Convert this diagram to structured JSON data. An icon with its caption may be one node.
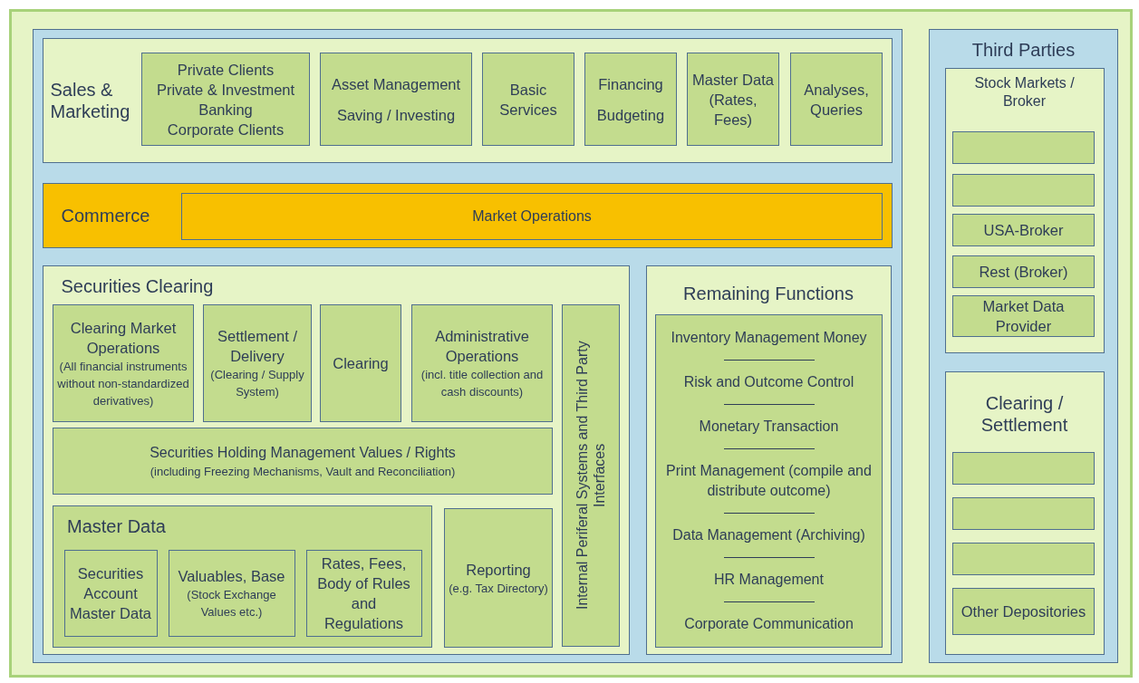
{
  "diagram": {
    "nodes": [
      {
        "text": [],
        "shape": "box"
      },
      {
        "text": [],
        "shape": "box",
        "in": 0
      },
      {
        "text": [
          "Sales & Marketing"
        ],
        "in": 1
      },
      {
        "text": [
          "Private Clients",
          "Private & Investment Banking",
          "Corporate Clients"
        ],
        "in": 2
      },
      {
        "text": [
          "Asset Management",
          "Saving / Investing"
        ],
        "in": 2
      },
      {
        "text": [
          "Basic Services"
        ],
        "in": 2
      },
      {
        "text": [
          "Financing",
          "Budgeting"
        ],
        "in": 2
      },
      {
        "text": [
          "Master Data (Rates, Fees)"
        ],
        "in": 2
      },
      {
        "text": [
          "Analyses, Queries"
        ],
        "in": 2
      },
      {
        "text": [
          "Commerce"
        ],
        "in": 1
      },
      {
        "text": [
          "Market Operations"
        ],
        "in": 9
      },
      {
        "text": [
          "Securities Clearing"
        ],
        "in": 1
      },
      {
        "text": [
          "Clearing Market Operations",
          "(All financial instruments without non-standardized derivatives)"
        ],
        "in": 11
      },
      {
        "text": [
          "Settlement / Delivery",
          "(Clearing / Supply System)"
        ],
        "in": 11
      },
      {
        "text": [
          "Clearing"
        ],
        "in": 11
      },
      {
        "text": [
          "Administrative Operations",
          "(incl. title collection and cash discounts)"
        ],
        "in": 11
      },
      {
        "text": [
          "Internal Periferal Systems and Third Party Interfaces"
        ],
        "in": 11
      },
      {
        "text": [
          "Securities Holding Management Values / Rights",
          "(including Freezing Mechanisms, Vault and Reconciliation)"
        ],
        "in": 11
      },
      {
        "text": [
          "Master Data"
        ],
        "in": 11
      },
      {
        "text": [
          "Securities Account Master Data"
        ],
        "in": 18
      },
      {
        "text": [
          "Valuables, Base",
          "(Stock Exchange Values etc.)"
        ],
        "in": 18
      },
      {
        "text": [
          "Rates, Fees, Body of Rules and Regulations"
        ],
        "in": 18
      },
      {
        "text": [
          "Reporting",
          "(e.g. Tax Directory)"
        ],
        "in": 11
      },
      {
        "text": [
          "Remaining Functions"
        ],
        "in": 1
      },
      {
        "text": [
          "Inventory Management Money",
          "Risk and Outcome Control",
          "Monetary Transaction",
          "Print Management (compile and distribute outcome)",
          "Data Management (Archiving)",
          "HR Management",
          "Corporate Communication"
        ],
        "in": 23
      },
      {
        "text": [
          "Third Parties"
        ],
        "in": 0
      },
      {
        "text": [
          "Stock Markets / Broker"
        ],
        "in": 25
      },
      {
        "text": [],
        "shape": "box",
        "in": 26
      },
      {
        "text": [],
        "shape": "box",
        "in": 26
      },
      {
        "text": [
          "USA-Broker"
        ],
        "in": 26
      },
      {
        "text": [
          "Rest (Broker)"
        ],
        "in": 26
      },
      {
        "text": [
          "Market Data Provider"
        ],
        "in": 26
      },
      {
        "text": [
          "Clearing / Settlement"
        ],
        "in": 25
      },
      {
        "text": [],
        "shape": "box",
        "in": 32
      },
      {
        "text": [],
        "shape": "box",
        "in": 32
      },
      {
        "text": [],
        "shape": "box",
        "in": 32
      },
      {
        "text": [
          "Other Depositories"
        ],
        "in": 32
      }
    ]
  }
}
